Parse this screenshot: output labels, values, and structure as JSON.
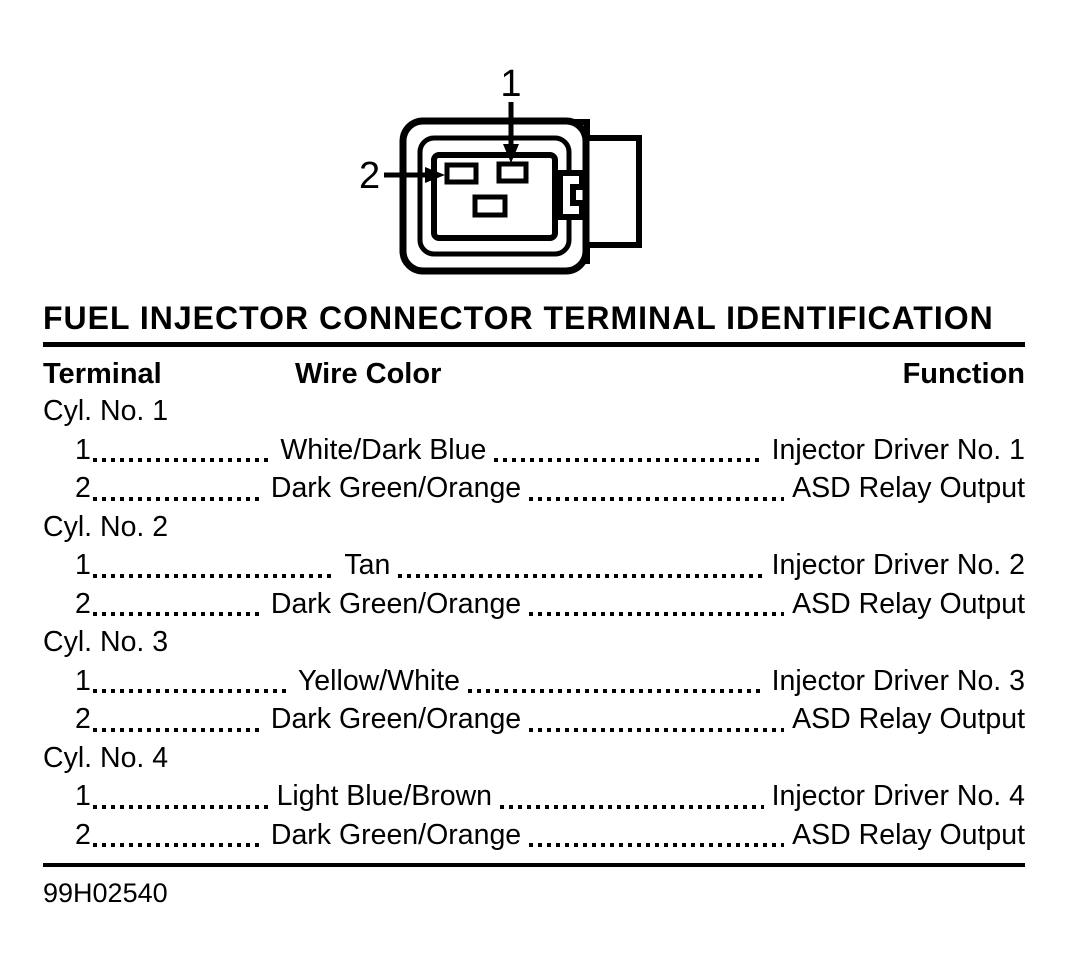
{
  "figure": {
    "pin1_label": "1",
    "pin2_label": "2"
  },
  "title": "FUEL INJECTOR CONNECTOR TERMINAL IDENTIFICATION",
  "table": {
    "headers": {
      "terminal": "Terminal",
      "wire_color": "Wire Color",
      "function": "Function"
    },
    "sections": [
      {
        "label": "Cyl. No. 1",
        "rows": [
          {
            "terminal": "1",
            "wire_color": "White/Dark Blue",
            "function": "Injector Driver No. 1"
          },
          {
            "terminal": "2",
            "wire_color": "Dark Green/Orange",
            "function": "ASD Relay Output"
          }
        ]
      },
      {
        "label": "Cyl. No. 2",
        "rows": [
          {
            "terminal": "1",
            "wire_color": "Tan",
            "function": "Injector Driver No. 2"
          },
          {
            "terminal": "2",
            "wire_color": "Dark Green/Orange",
            "function": "ASD Relay Output"
          }
        ]
      },
      {
        "label": "Cyl. No. 3",
        "rows": [
          {
            "terminal": "1",
            "wire_color": "Yellow/White",
            "function": "Injector Driver No. 3"
          },
          {
            "terminal": "2",
            "wire_color": "Dark Green/Orange",
            "function": "ASD Relay Output"
          }
        ]
      },
      {
        "label": "Cyl. No. 4",
        "rows": [
          {
            "terminal": "1",
            "wire_color": "Light Blue/Brown",
            "function": "Injector Driver No. 4"
          },
          {
            "terminal": "2",
            "wire_color": "Dark Green/Orange",
            "function": "ASD Relay Output"
          }
        ]
      }
    ]
  },
  "footer": {
    "figure_id": "99H02540"
  },
  "colors": {
    "ink": "#000000",
    "paper": "#ffffff"
  }
}
